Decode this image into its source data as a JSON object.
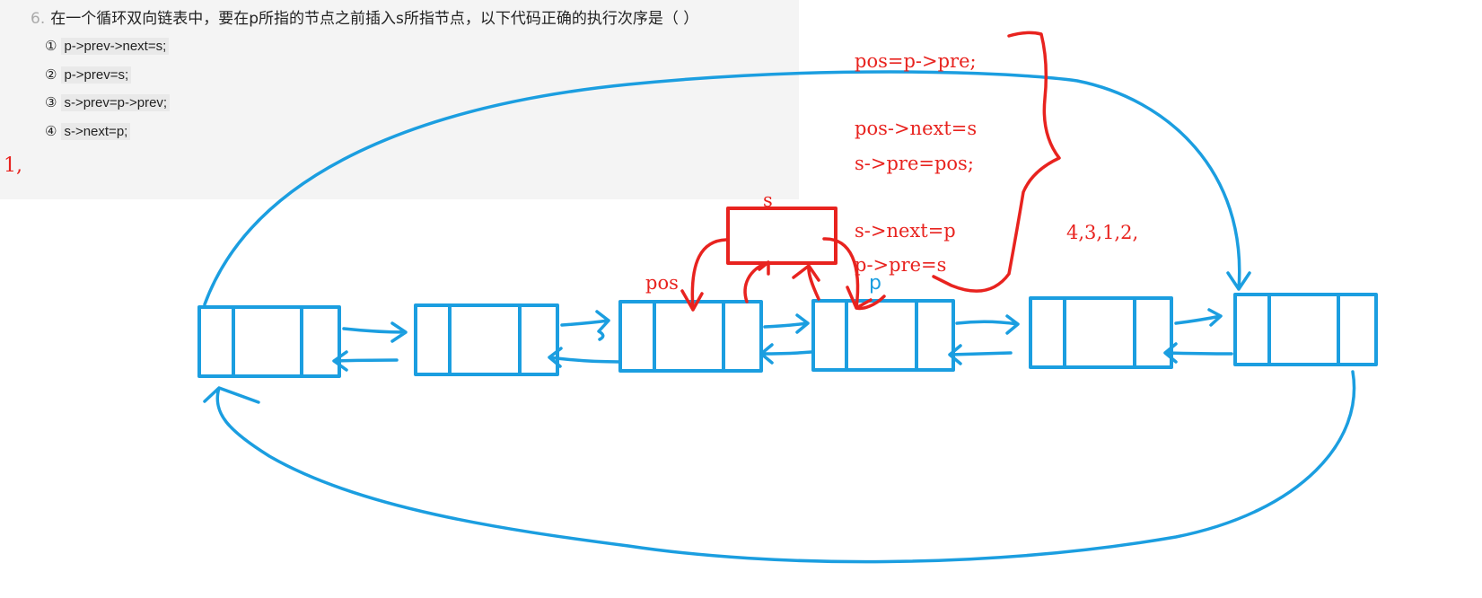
{
  "question": {
    "number": "6.",
    "text": "在一个循环双向链表中，要在p所指的节点之前插入s所指节点，以下代码正确的执行次序是（    ）",
    "options": [
      {
        "mark": "①",
        "code": "p->prev->next=s;"
      },
      {
        "mark": "②",
        "code": "p->prev=s;"
      },
      {
        "mark": "③",
        "code": "s->prev=p->prev;"
      },
      {
        "mark": "④",
        "code": "s->next=p;"
      }
    ]
  },
  "annotations": {
    "answer_mark": "1,",
    "code_lines": [
      "pos=p->pre;",
      "pos->next=s",
      "s->pre=pos;",
      "s->next=p",
      "p->pre=s"
    ],
    "order": "4,3,1,2,",
    "new_node_label": "s",
    "pos_label": "pos",
    "p_label": "p"
  },
  "colors": {
    "red": "#e8231f",
    "blue": "#1b9ee0",
    "panel": "#f4f4f4"
  }
}
